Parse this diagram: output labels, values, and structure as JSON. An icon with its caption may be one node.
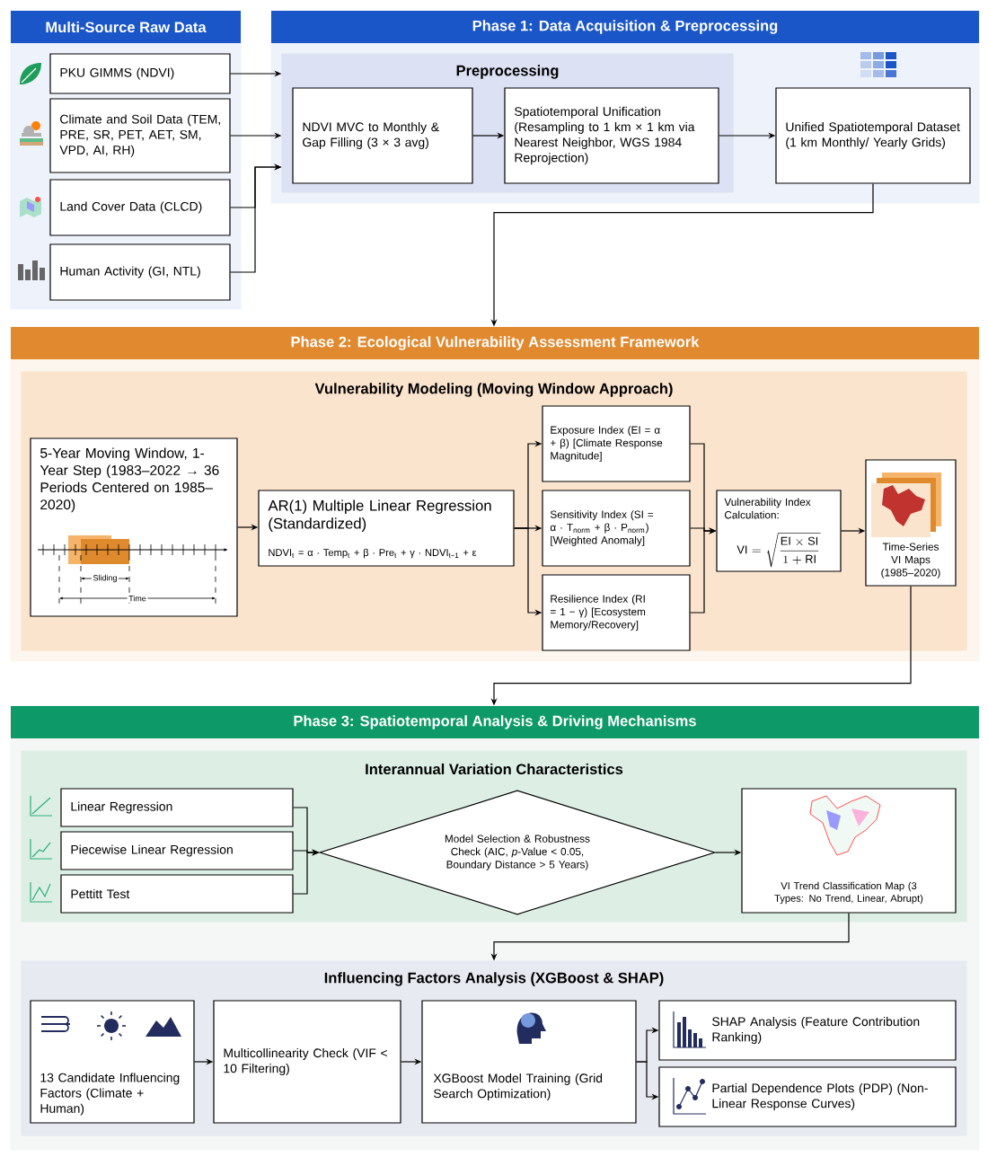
{
  "diagram": {
    "nodes": [
      {
        "text": [
          "Multi-Source Raw Data"
        ]
      },
      {
        "text": [
          "PKU GIMMS (NDVI)"
        ],
        "in": 0
      },
      {
        "text": [
          "Climate and Soil Data (TEM, PRE, SR, PET, AET, SM, VPD, AI, RH)"
        ],
        "in": 0
      },
      {
        "text": [
          "Land Cover Data (CLCD)"
        ],
        "in": 0
      },
      {
        "text": [
          "Human Activity (GI, NTL)"
        ],
        "in": 0
      },
      {
        "text": [
          "Phase 1: Data Acquisition & Preprocessing"
        ]
      },
      {
        "text": [
          "Preprocessing"
        ],
        "in": 5
      },
      {
        "text": [
          "NDVI MVC to Monthly & Gap Filling (3 × 3 avg)"
        ],
        "in": 6
      },
      {
        "text": [
          "Spatiotemporal Unification (Resampling to 1 km × 1 km via Nearest Neighbor, WGS 1984 Reprojection)"
        ],
        "in": 6
      },
      {
        "text": [
          "Unified Spatiotemporal Dataset (1 km Monthly/ Yearly Grids)"
        ],
        "in": 5
      },
      {
        "text": [
          "Phase 2: Ecological Vulnerability Assessment Framework"
        ]
      },
      {
        "text": [
          "Vulnerability Modeling (Moving Window Approach)"
        ],
        "in": 10
      },
      {
        "text": [
          "5-Year Moving Window, 1-Year Step (1983–2022 → 36 Periods Centered on 1985–2020)",
          "Sliding",
          "Time"
        ],
        "in": 11
      },
      {
        "text": [
          "AR(1) Multiple Linear Regression (Standardized)",
          "NDVI$_{t}$ = α · Temp$_{t}$ + β · Pre$_{t}$ + γ · NDVI$_{t−1}$ + ε"
        ],
        "in": 11
      },
      {
        "text": [
          "Exposure Index (EI = α + β) [Climate Response Magnitude]"
        ],
        "in": 11
      },
      {
        "text": [
          "Sensitivity Index (SI = α · T$_{norm}$ + β · P$_{norm}$) [Weighted Anomaly]"
        ],
        "in": 11
      },
      {
        "text": [
          "Resilience Index (RI = 1 − γ) [Ecosystem Memory/Recovery]"
        ],
        "in": 11
      },
      {
        "text": [
          "Vulnerability Index Calculation:",
          "\\mathrm{VI} = \\sqrt{\\dfrac{\\mathrm{EI} \\times \\mathrm{SI}}{1 + \\mathrm{RI}}}"
        ],
        "in": 11
      },
      {
        "text": [
          "Time-Series VI Maps (1985–2020)"
        ],
        "in": 11
      },
      {
        "text": [
          "Phase 3: Spatiotemporal Analysis & Driving Mechanisms"
        ]
      },
      {
        "text": [
          "Interannual Variation Characteristics"
        ],
        "in": 19
      },
      {
        "text": [
          "Linear Regression"
        ],
        "in": 20
      },
      {
        "text": [
          "Piecewise Linear Regression"
        ],
        "in": 20
      },
      {
        "text": [
          "Pettitt Test"
        ],
        "in": 20
      },
      {
        "text": [
          "Model Selection & Robustness Check (AIC, *p*-Value < 0.05, Boundary Distance > 5 Years)"
        ],
        "in": 20
      },
      {
        "text": [
          "VI Trend Classification Map (3 Types: No Trend, Linear, Abrupt)"
        ],
        "in": 20
      },
      {
        "text": [
          "Influencing Factors Analysis (XGBoost & SHAP)"
        ],
        "in": 19
      },
      {
        "text": [
          "13 Candidate Influencing Factors (Climate + Human)"
        ],
        "in": 26
      },
      {
        "text": [
          "Multicollinearity Check (VIF < 10 Filtering)"
        ],
        "in": 26
      },
      {
        "text": [
          "XGBoost Model Training (Grid Search Optimization)"
        ],
        "in": 26
      },
      {
        "text": [
          "SHAP Analysis (Feature Contribution Ranking)"
        ],
        "in": 26
      },
      {
        "text": [
          "Partial Dependence Plots (PDP) (Non-Linear Response Curves)"
        ],
        "in": 26
      }
    ],
    "edges": [
      {
        "from": 1,
        "to": 6,
        "arrow": "to"
      },
      {
        "from": 2,
        "to": 6,
        "arrow": "to"
      },
      {
        "from": 3,
        "to": 6,
        "arrow": "to"
      },
      {
        "from": 4,
        "to": 6,
        "arrow": "to"
      },
      {
        "from": 7,
        "to": 8,
        "arrow": "to"
      },
      {
        "from": 8,
        "to": 9,
        "arrow": "to"
      },
      {
        "from": 9,
        "to": 10,
        "arrow": "to"
      },
      {
        "from": 12,
        "to": 13,
        "arrow": "to"
      },
      {
        "from": 13,
        "to": 14,
        "arrow": "to"
      },
      {
        "from": 13,
        "to": 15,
        "arrow": "to"
      },
      {
        "from": 13,
        "to": 16,
        "arrow": "to"
      },
      {
        "from": 14,
        "to": 17,
        "arrow": "to"
      },
      {
        "from": 15,
        "to": 17,
        "arrow": "to"
      },
      {
        "from": 16,
        "to": 17,
        "arrow": "to"
      },
      {
        "from": 17,
        "to": 18,
        "arrow": "to"
      },
      {
        "from": 18,
        "to": 19,
        "arrow": "to"
      },
      {
        "from": 21,
        "to": 24,
        "arrow": "to"
      },
      {
        "from": 22,
        "to": 24,
        "arrow": "to"
      },
      {
        "from": 23,
        "to": 24,
        "arrow": "to"
      },
      {
        "from": 24,
        "to": 25,
        "arrow": "to"
      },
      {
        "from": 25,
        "to": 26,
        "arrow": "to"
      },
      {
        "from": 27,
        "to": 28,
        "arrow": "to"
      },
      {
        "from": 28,
        "to": 29,
        "arrow": "to"
      },
      {
        "from": 29,
        "to": 30,
        "arrow": "to"
      },
      {
        "from": 29,
        "to": 31,
        "arrow": "to"
      }
    ]
  }
}
